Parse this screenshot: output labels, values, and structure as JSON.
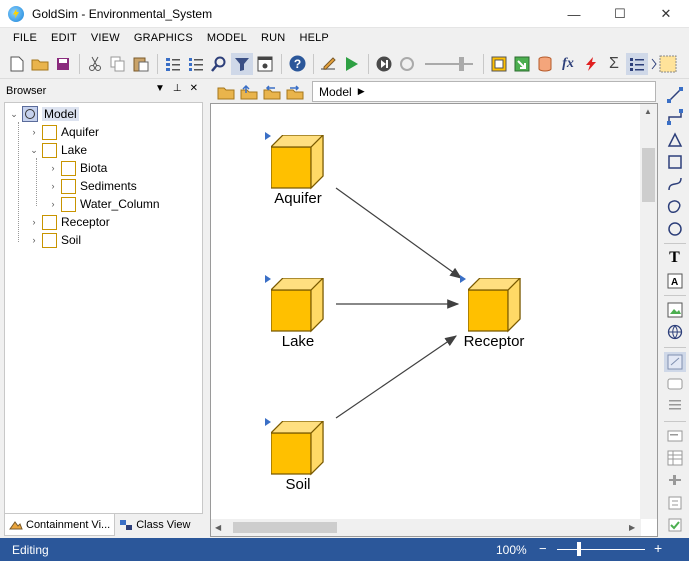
{
  "window": {
    "app_name": "GoldSim",
    "separator": "-",
    "file_name": "Environmental_System",
    "minimize": "—",
    "maximize": "☐",
    "close": "✕"
  },
  "menu": [
    "FILE",
    "EDIT",
    "VIEW",
    "GRAPHICS",
    "MODEL",
    "RUN",
    "HELP"
  ],
  "browser": {
    "title": "Browser",
    "tree": [
      {
        "label": "Model",
        "level": 0,
        "expanded": true,
        "selected": true
      },
      {
        "label": "Aquifer",
        "level": 1,
        "expanded": false
      },
      {
        "label": "Lake",
        "level": 1,
        "expanded": true
      },
      {
        "label": "Biota",
        "level": 2,
        "expanded": false
      },
      {
        "label": "Sediments",
        "level": 2,
        "expanded": false
      },
      {
        "label": "Water_Column",
        "level": 2,
        "expanded": false
      },
      {
        "label": "Receptor",
        "level": 1,
        "expanded": false
      },
      {
        "label": "Soil",
        "level": 1,
        "expanded": false
      }
    ],
    "tabs": [
      {
        "label": "Containment Vi...",
        "active": true
      },
      {
        "label": "Class View",
        "active": false
      }
    ]
  },
  "graph": {
    "path": "Model",
    "elements": [
      {
        "label": "Aquifer"
      },
      {
        "label": "Lake"
      },
      {
        "label": "Soil"
      },
      {
        "label": "Receptor"
      }
    ]
  },
  "status": {
    "state": "Editing",
    "zoom": "100%",
    "zoom_minus": "−",
    "zoom_plus": "+"
  },
  "colors": {
    "container_fill": "#ffc000",
    "container_edge": "#7a5a00",
    "status_bar": "#2b579a",
    "flag": "#3a6fc6"
  }
}
